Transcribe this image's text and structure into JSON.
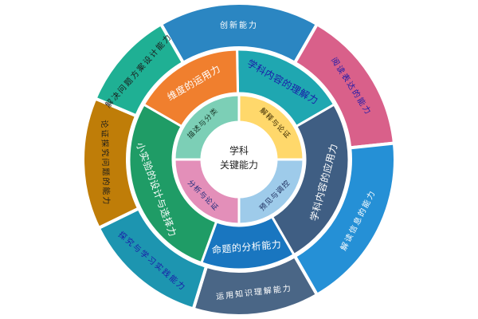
{
  "center": {
    "lines": [
      "学科",
      "关键能力"
    ],
    "color": "#222222"
  },
  "inner_ring": [
    {
      "label": "解释与论证",
      "color": "#ffd86b",
      "text_color": "#3a2a00"
    },
    {
      "label": "预见与调控",
      "color": "#9ecbea",
      "text_color": "#1a2a5a"
    },
    {
      "label": "分析与论证",
      "color": "#e38fb9",
      "text_color": "#1a2a7a"
    },
    {
      "label": "描述与分类",
      "color": "#7ccfb6",
      "text_color": "#1a3a2a"
    }
  ],
  "middle_ring": [
    {
      "label": "学科内容的理解力",
      "color": "#1fa7b1",
      "text_color": "#1a1aa8"
    },
    {
      "label": "学科内容的应用力",
      "color": "#3f5e83",
      "text_color": "#ffffff"
    },
    {
      "label": "命题的分析能力",
      "color": "#1976c0",
      "text_color": "#ffffff"
    },
    {
      "label": "小实验的设计与选择力",
      "color": "#1f9c66",
      "text_color": "#ffffff"
    },
    {
      "label": "维度的运用力",
      "color": "#f07f2e",
      "text_color": "#ffffff"
    }
  ],
  "outer_ring": [
    {
      "label": "创新能力",
      "color": "#2b86c2",
      "text_color": "#ffffff"
    },
    {
      "label": "阅读表达的能力",
      "color": "#d9608a",
      "text_color": "#1a1aa8"
    },
    {
      "label": "解读信息的能力",
      "color": "#2590d6",
      "text_color": "#ffffff"
    },
    {
      "label": "运用知识理解能力",
      "color": "#4a6686",
      "text_color": "#ffffff"
    },
    {
      "label": "探究与学习实践能力",
      "color": "#1d95b0",
      "text_color": "#1a1aa8"
    },
    {
      "label": "论证探究问题的能力",
      "color": "#bf7d08",
      "text_color": "#1a1a1a"
    },
    {
      "label": "解决问题方案设计能力",
      "color": "#1fb094",
      "text_color": "#1a1a1a"
    }
  ]
}
